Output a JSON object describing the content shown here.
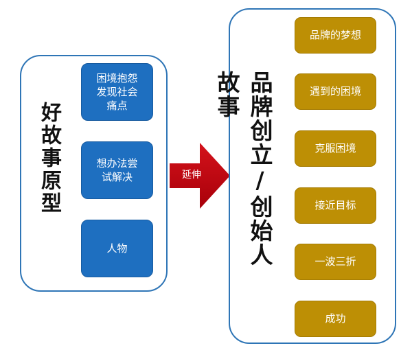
{
  "left": {
    "title": "好故事原型",
    "boxes": [
      {
        "label": "困境抱怨\n发现社会\n痛点"
      },
      {
        "label": "想办法尝\n试解决"
      },
      {
        "label": "人物"
      }
    ]
  },
  "arrow": {
    "label": "延伸"
  },
  "right": {
    "title": "品牌创立/创始人故事",
    "steps": [
      {
        "label": "品牌的梦想"
      },
      {
        "label": "遇到的困境"
      },
      {
        "label": "克服困境"
      },
      {
        "label": "接近目标"
      },
      {
        "label": "一波三折"
      },
      {
        "label": "成功"
      }
    ]
  },
  "colors": {
    "panel_border": "#2e75b6",
    "blue_box": "#1e6fc0",
    "gold_box": "#bd8f05",
    "arrow": "#c0000a"
  }
}
